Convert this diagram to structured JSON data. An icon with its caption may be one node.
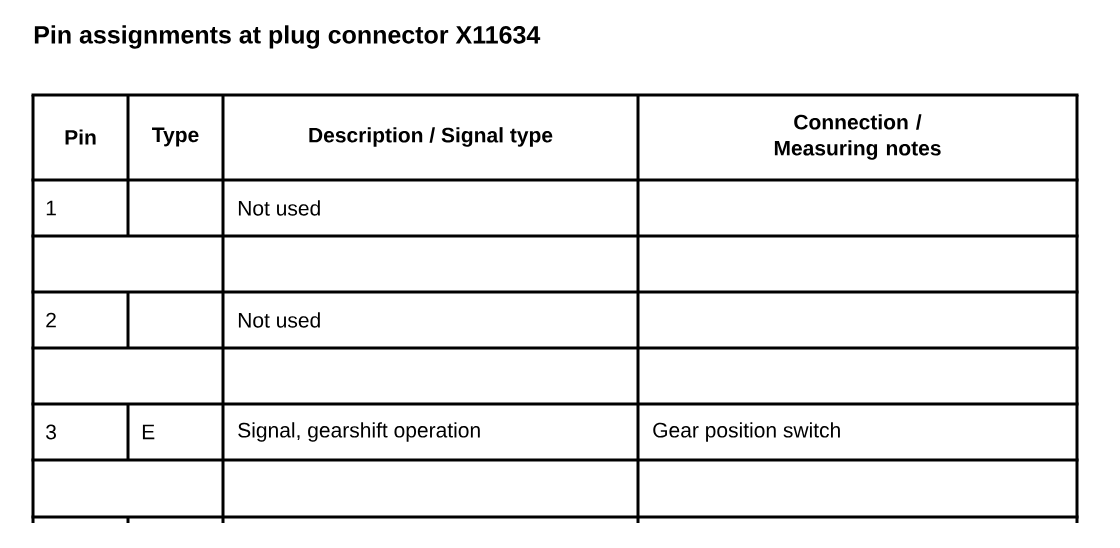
{
  "diagram": {
    "title": "Pin assignments at plug connector X11634",
    "labels": [
      "Pin",
      "Type",
      "Description / Signal type",
      "Connection / Measuring notes",
      "1",
      "Not used",
      "2",
      "Not used",
      "3",
      "E",
      "Signal, gearshift operation",
      "Gear position switch"
    ]
  }
}
